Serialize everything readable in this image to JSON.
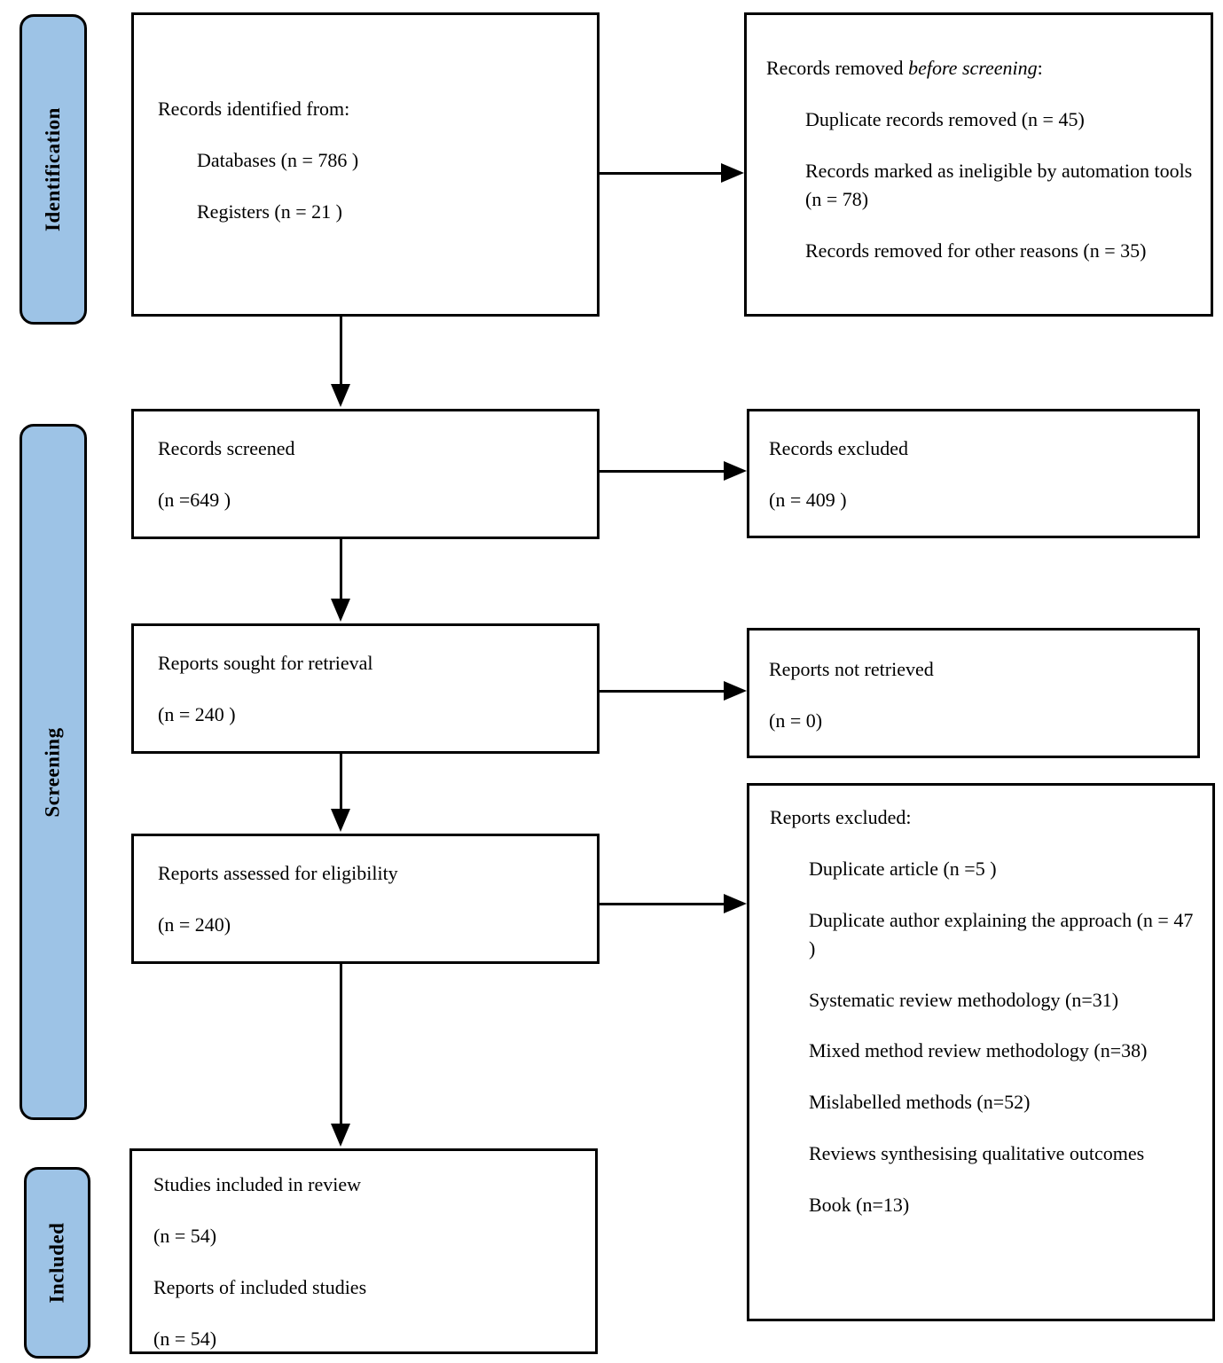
{
  "title": "PRISMA flow diagram",
  "colors": {
    "stage_fill": "#9dc3e6",
    "stage_border": "#000000",
    "box_border": "#000000",
    "text": "#000000"
  },
  "sidebar": {
    "labels": [
      {
        "id": "identification",
        "text": "Identification"
      },
      {
        "id": "screening",
        "text": "Screening"
      },
      {
        "id": "included",
        "text": "Included"
      }
    ]
  },
  "boxes": {
    "identified": {
      "title": "Records identified from:",
      "items": [
        "Databases (n = 786 )",
        "Registers (n = 21 )"
      ]
    },
    "removed": {
      "title_prefix": "Records removed ",
      "title_italic": "before screening",
      "title_suffix": ":",
      "items": [
        "Duplicate records removed  (n = 45)",
        "Records marked as ineligible by automation tools (n = 78)",
        "Records removed for other reasons (n = 35)"
      ]
    },
    "screened": {
      "line1": "Records screened",
      "line2": "(n =649 )"
    },
    "records_excluded": {
      "line1": "Records excluded",
      "line2": "(n = 409 )"
    },
    "sought": {
      "line1": "Reports sought for retrieval",
      "line2": "(n = 240 )"
    },
    "not_retrieved": {
      "line1": "Reports not retrieved",
      "line2": "(n = 0)"
    },
    "assessed": {
      "line1": "Reports assessed for eligibility",
      "line2": "(n = 240)"
    },
    "reports_excluded": {
      "title": "Reports excluded:",
      "items": [
        "Duplicate article  (n =5 )",
        "Duplicate author explaining the approach (n = 47 )",
        "Systematic review methodology (n=31)",
        "Mixed method review methodology (n=38)",
        "Mislabelled methods (n=52)",
        "Reviews synthesising qualitative outcomes",
        "Book (n=13)"
      ]
    },
    "included": {
      "lines": [
        "Studies included in review",
        "(n = 54)",
        "Reports of included studies",
        "(n = 54)"
      ]
    }
  }
}
